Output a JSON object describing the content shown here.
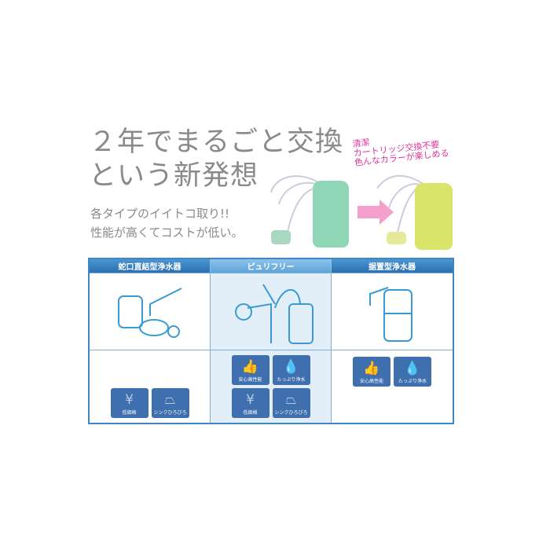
{
  "headline": {
    "line1": "２年でまるごと交換",
    "line2": "という新発想"
  },
  "subtitle": {
    "line1": "各タイプのイイトコ取り!!",
    "line2": "性能が高くてコストが低い。"
  },
  "callout": {
    "line1": "清潔",
    "line2": "カートリッジ交換不要",
    "line3": "色んなカラーが楽しめる"
  },
  "columns": [
    {
      "header": "蛇口直結型浄水器",
      "badges": [
        {
          "label": "低価格",
          "icon": "yen-icon"
        },
        {
          "label": "シンクひろびろ",
          "icon": "sink-icon"
        }
      ]
    },
    {
      "header": "ピュリフリー",
      "badges": [
        {
          "label": "安心高性能",
          "icon": "thumbs-up-icon"
        },
        {
          "label": "たっぷり浄水",
          "icon": "water-drop-icon"
        },
        {
          "label": "低価格",
          "icon": "yen-icon"
        },
        {
          "label": "シンクひろびろ",
          "icon": "sink-icon"
        }
      ]
    },
    {
      "header": "据置型浄水器",
      "badges": [
        {
          "label": "安心高性能",
          "icon": "thumbs-up-icon"
        },
        {
          "label": "たっぷり浄水",
          "icon": "water-drop-icon"
        }
      ]
    }
  ],
  "colors": {
    "accent": "#2a6fb0",
    "badge": "#3f6fae",
    "pink": "#e0339a",
    "green": "#8fd6b6",
    "yellow": "#d8e56a"
  }
}
